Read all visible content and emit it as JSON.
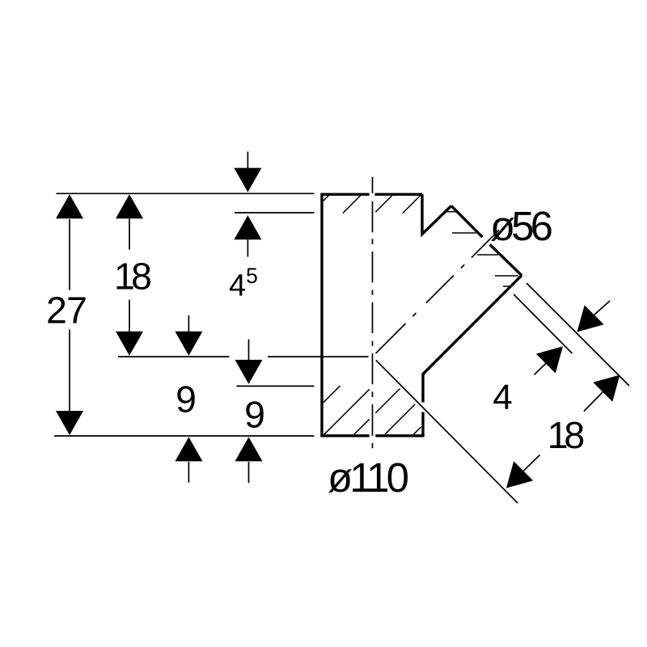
{
  "drawing": {
    "type": "technical-dimension-drawing",
    "subject": "45-degree branch pipe fitting, sectional view",
    "background_color": "#ffffff",
    "line_color": "#000000",
    "labels": {
      "total_height": "27",
      "upper_height": "18",
      "top_socket_depth_base": "4",
      "top_socket_depth_sup": "5",
      "axis_to_bottom": "9",
      "bottom_socket_depth": "9",
      "main_diameter": "ø110",
      "branch_diameter": "ø56",
      "branch_ring_width": "4",
      "branch_socket_depth": "18"
    }
  }
}
